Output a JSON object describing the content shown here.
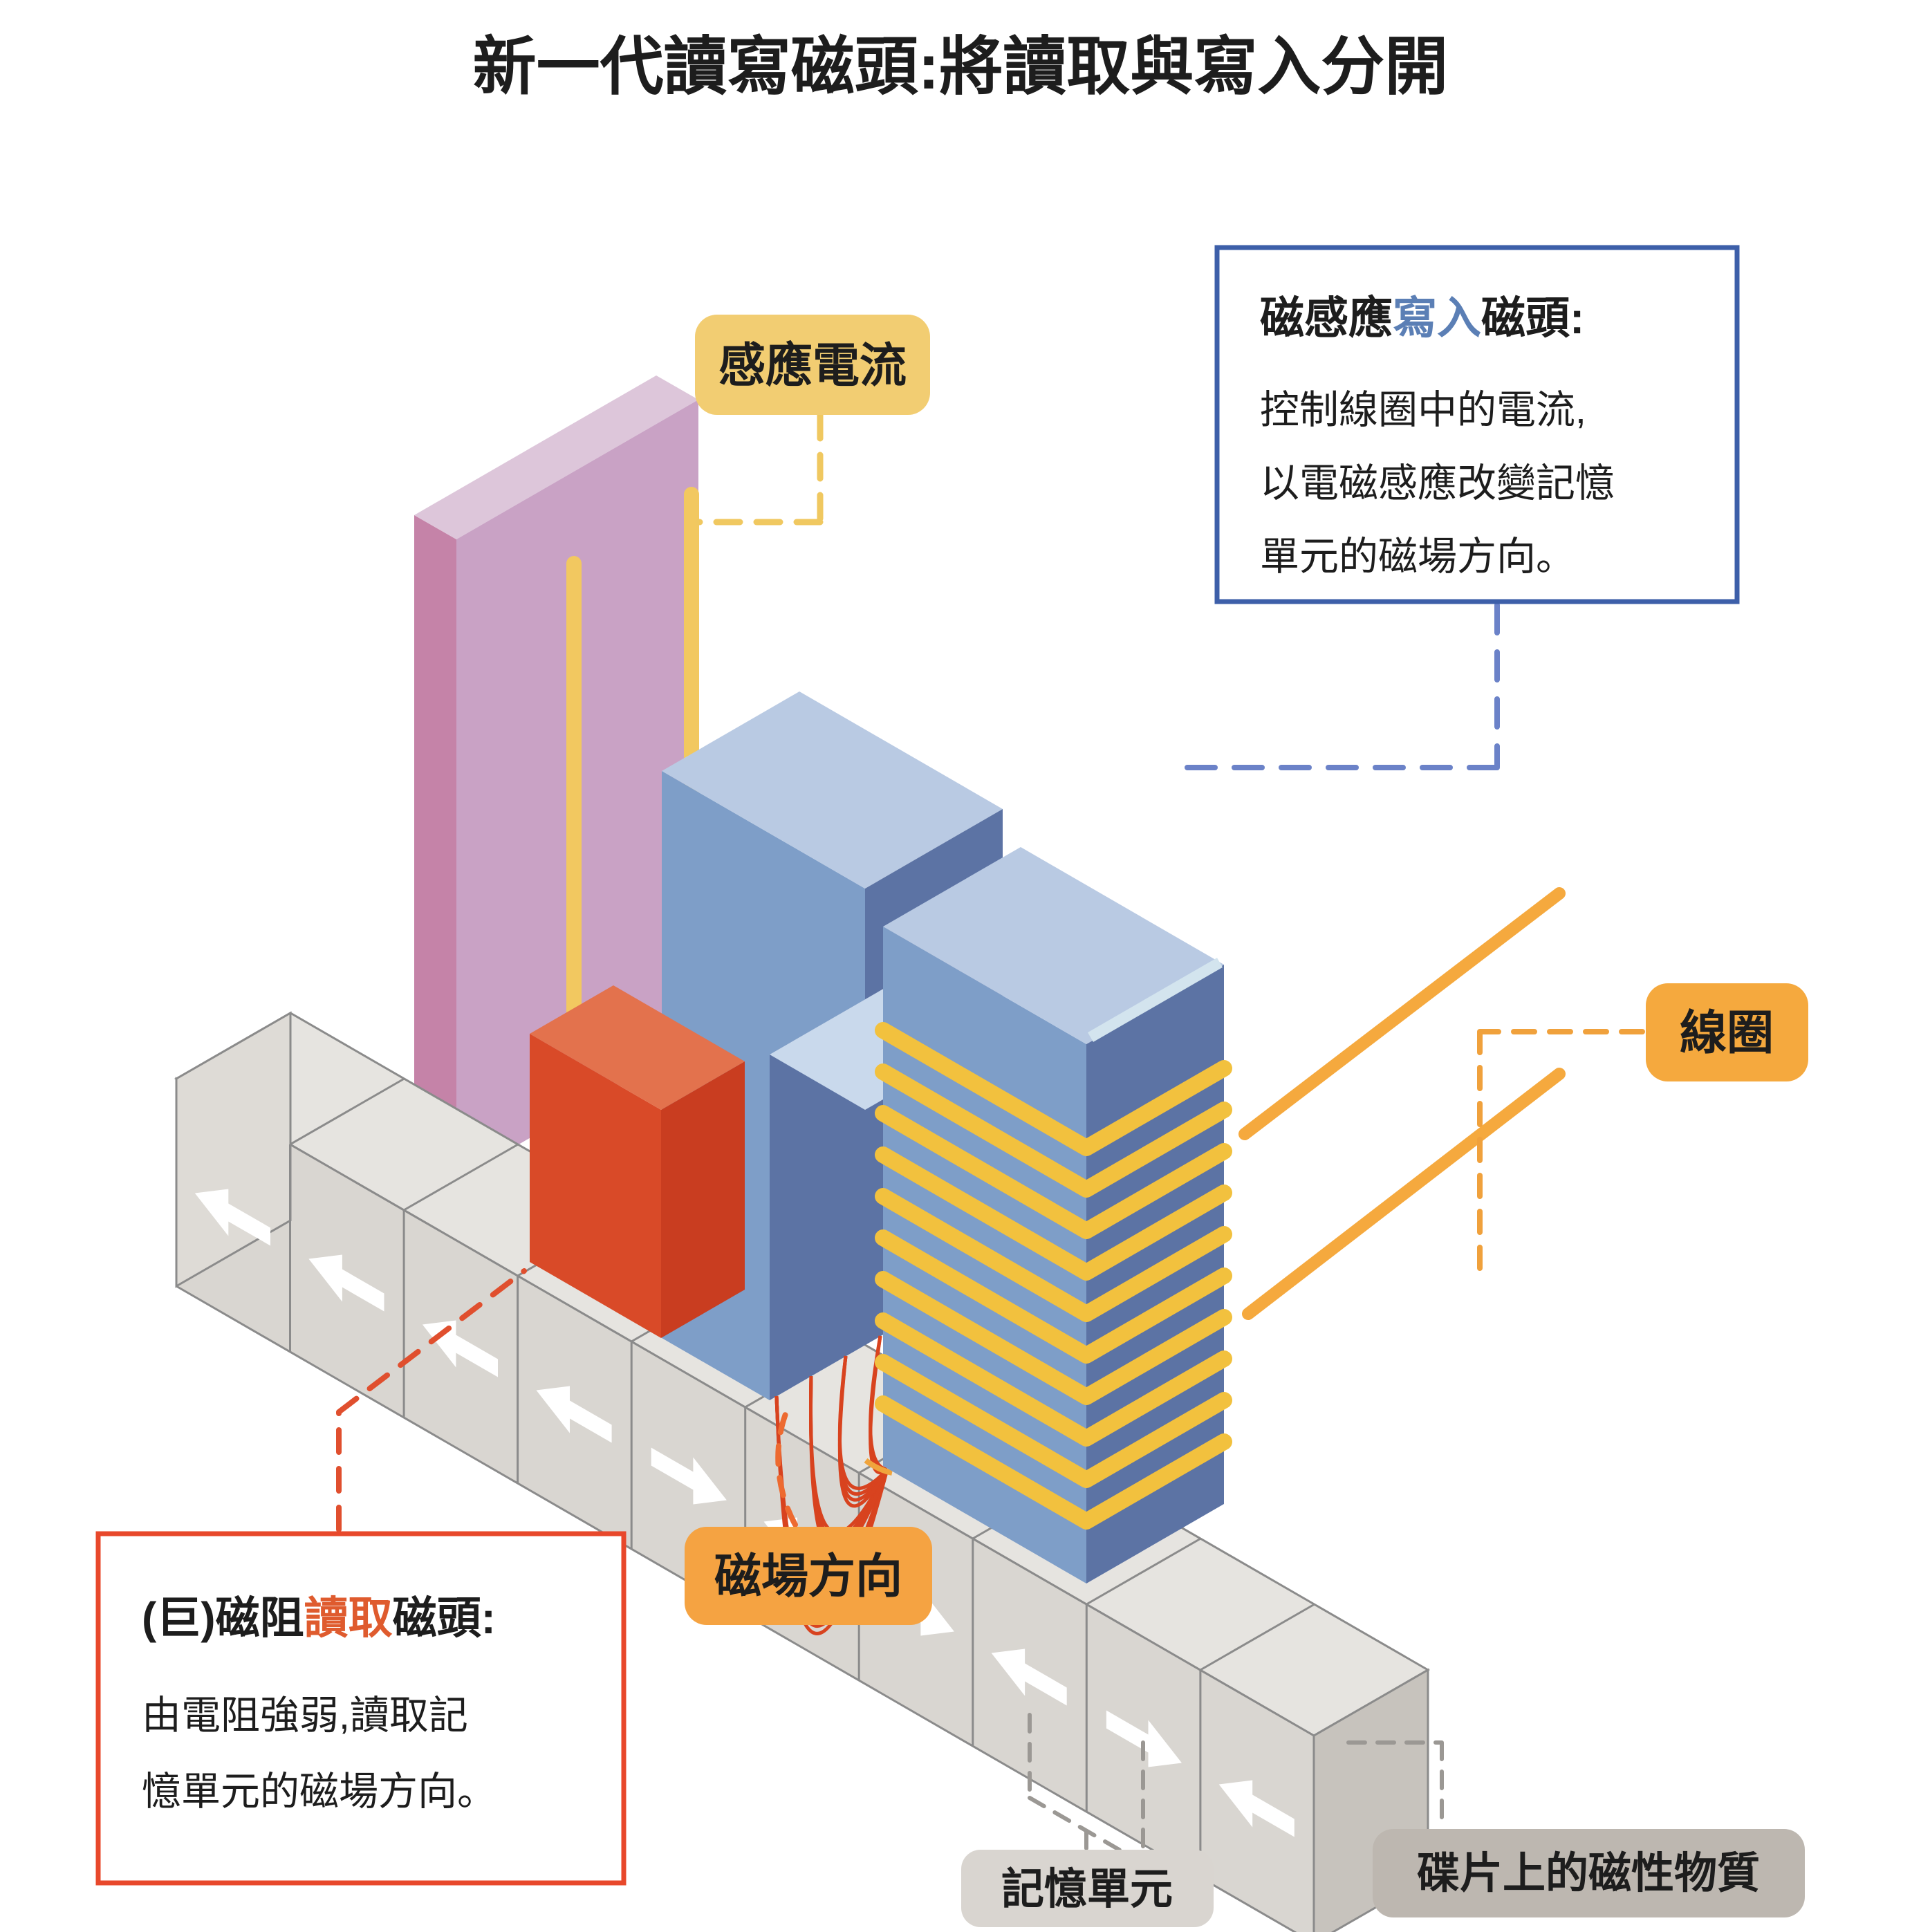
{
  "title": "新一代讀寫磁頭:將讀取與寫入分開",
  "labels": {
    "induced_current": "感應電流",
    "coil": "線圈",
    "field_direction": "磁場方向",
    "memory_cell": "記憶單元",
    "disk_material": "碟片上的磁性物質"
  },
  "write_head_box": {
    "title_part1": "磁感應",
    "title_part2": "寫入",
    "title_part3": "磁頭:",
    "body_line1": "控制線圈中的電流,",
    "body_line2": "以電磁感應改變記憶",
    "body_line3": "單元的磁場方向。"
  },
  "read_head_box": {
    "title_part1": "(巨)磁阻",
    "title_part2": "讀取",
    "title_part3": "磁頭:",
    "body_line1": "由電阻強弱,讀取記",
    "body_line2": "憶單元的磁場方向。"
  },
  "colors": {
    "write_accent": "#5B7FB5",
    "write_border": "#3D5FA9",
    "read_accent": "#DF5B2E",
    "read_border": "#E8482B",
    "coil_yellow": "#F2C13E",
    "lead_orange": "#F5A93E",
    "field_line_red": "#D8431F",
    "label_yellow": "#F2CD72",
    "label_orange": "#F5A93E",
    "label_gray_light": "#D9D5D0",
    "label_gray_dark": "#BDB7B0",
    "head_blue_front": "#7E9EC8",
    "head_blue_top": "#B9CAE3",
    "head_blue_dark": "#5C73A4",
    "read_element_red": "#D94A28",
    "slab_pink": "#C9A2C5"
  },
  "diagram": {
    "magnetization_arrows": [
      "left",
      "left",
      "left",
      "left",
      "right",
      "left",
      "right",
      "left",
      "right",
      "left"
    ]
  }
}
